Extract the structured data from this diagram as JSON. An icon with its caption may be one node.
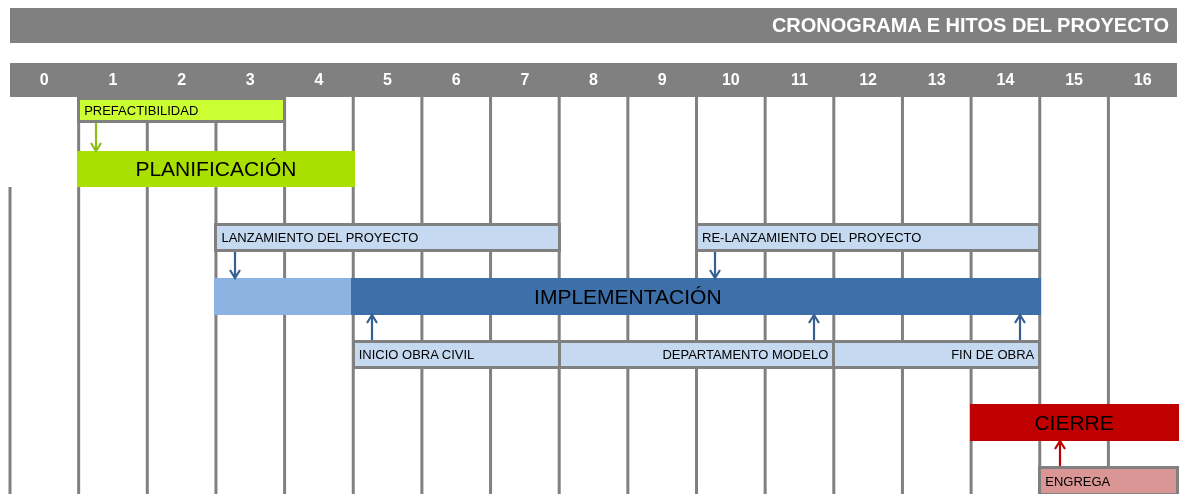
{
  "diagram": {
    "title": "CRONOGRAMA E HITOS DEL PROYECTO",
    "nodes": [
      {
        "text": [
          "PREFACTIBILIDAD"
        ]
      },
      {
        "text": [
          "PLANIFICACIÓN"
        ]
      },
      {
        "text": [
          "LANZAMIENTO DEL PROYECTO"
        ]
      },
      {
        "text": [
          "RE-LANZAMIENTO DEL PROYECTO"
        ]
      },
      {
        "text": [
          "IMPLEMENTACIÓN"
        ]
      },
      {
        "text": [
          "INICIO OBRA CIVIL"
        ]
      },
      {
        "text": [
          "DEPARTAMENTO MODELO"
        ]
      },
      {
        "text": [
          "FIN DE OBRA"
        ]
      },
      {
        "text": [
          "CIERRE"
        ]
      },
      {
        "text": [
          "ENGREGA"
        ]
      }
    ],
    "edges": [
      {
        "from": 0,
        "to": 1,
        "arrow": "to",
        "color": "#8cbd18"
      },
      {
        "from": 2,
        "to": 4,
        "arrow": "to"
      },
      {
        "from": 3,
        "to": 4,
        "arrow": "to"
      },
      {
        "from": 5,
        "to": 4,
        "arrow": "to"
      },
      {
        "from": 6,
        "to": 4,
        "arrow": "to"
      },
      {
        "from": 7,
        "to": 4,
        "arrow": "to"
      },
      {
        "from": 9,
        "to": 8,
        "arrow": "to",
        "color": "#c00000"
      }
    ],
    "labels": [
      "0",
      "1",
      "2",
      "3",
      "4",
      "5",
      "6",
      "7",
      "8",
      "9",
      "10",
      "11",
      "12",
      "13",
      "14",
      "15",
      "16"
    ]
  }
}
